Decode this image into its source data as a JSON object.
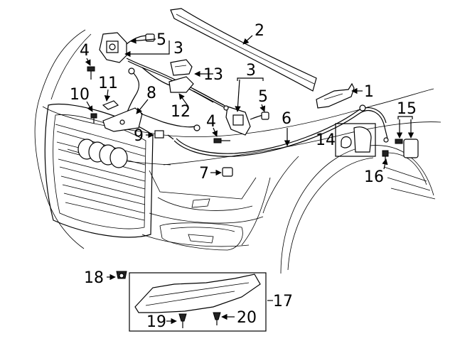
{
  "callouts": {
    "c1": "1",
    "c2": "2",
    "c3a": "3",
    "c3b": "3",
    "c4a": "4",
    "c4b": "4",
    "c5a": "5",
    "c5b": "5",
    "c6": "6",
    "c7": "7",
    "c8": "8",
    "c9": "9",
    "c10": "10",
    "c11": "11",
    "c12": "12",
    "c13": "13",
    "c14": "14",
    "c15": "15",
    "c16": "16",
    "c17": "17",
    "c18": "18",
    "c19": "19",
    "c20": "20"
  }
}
